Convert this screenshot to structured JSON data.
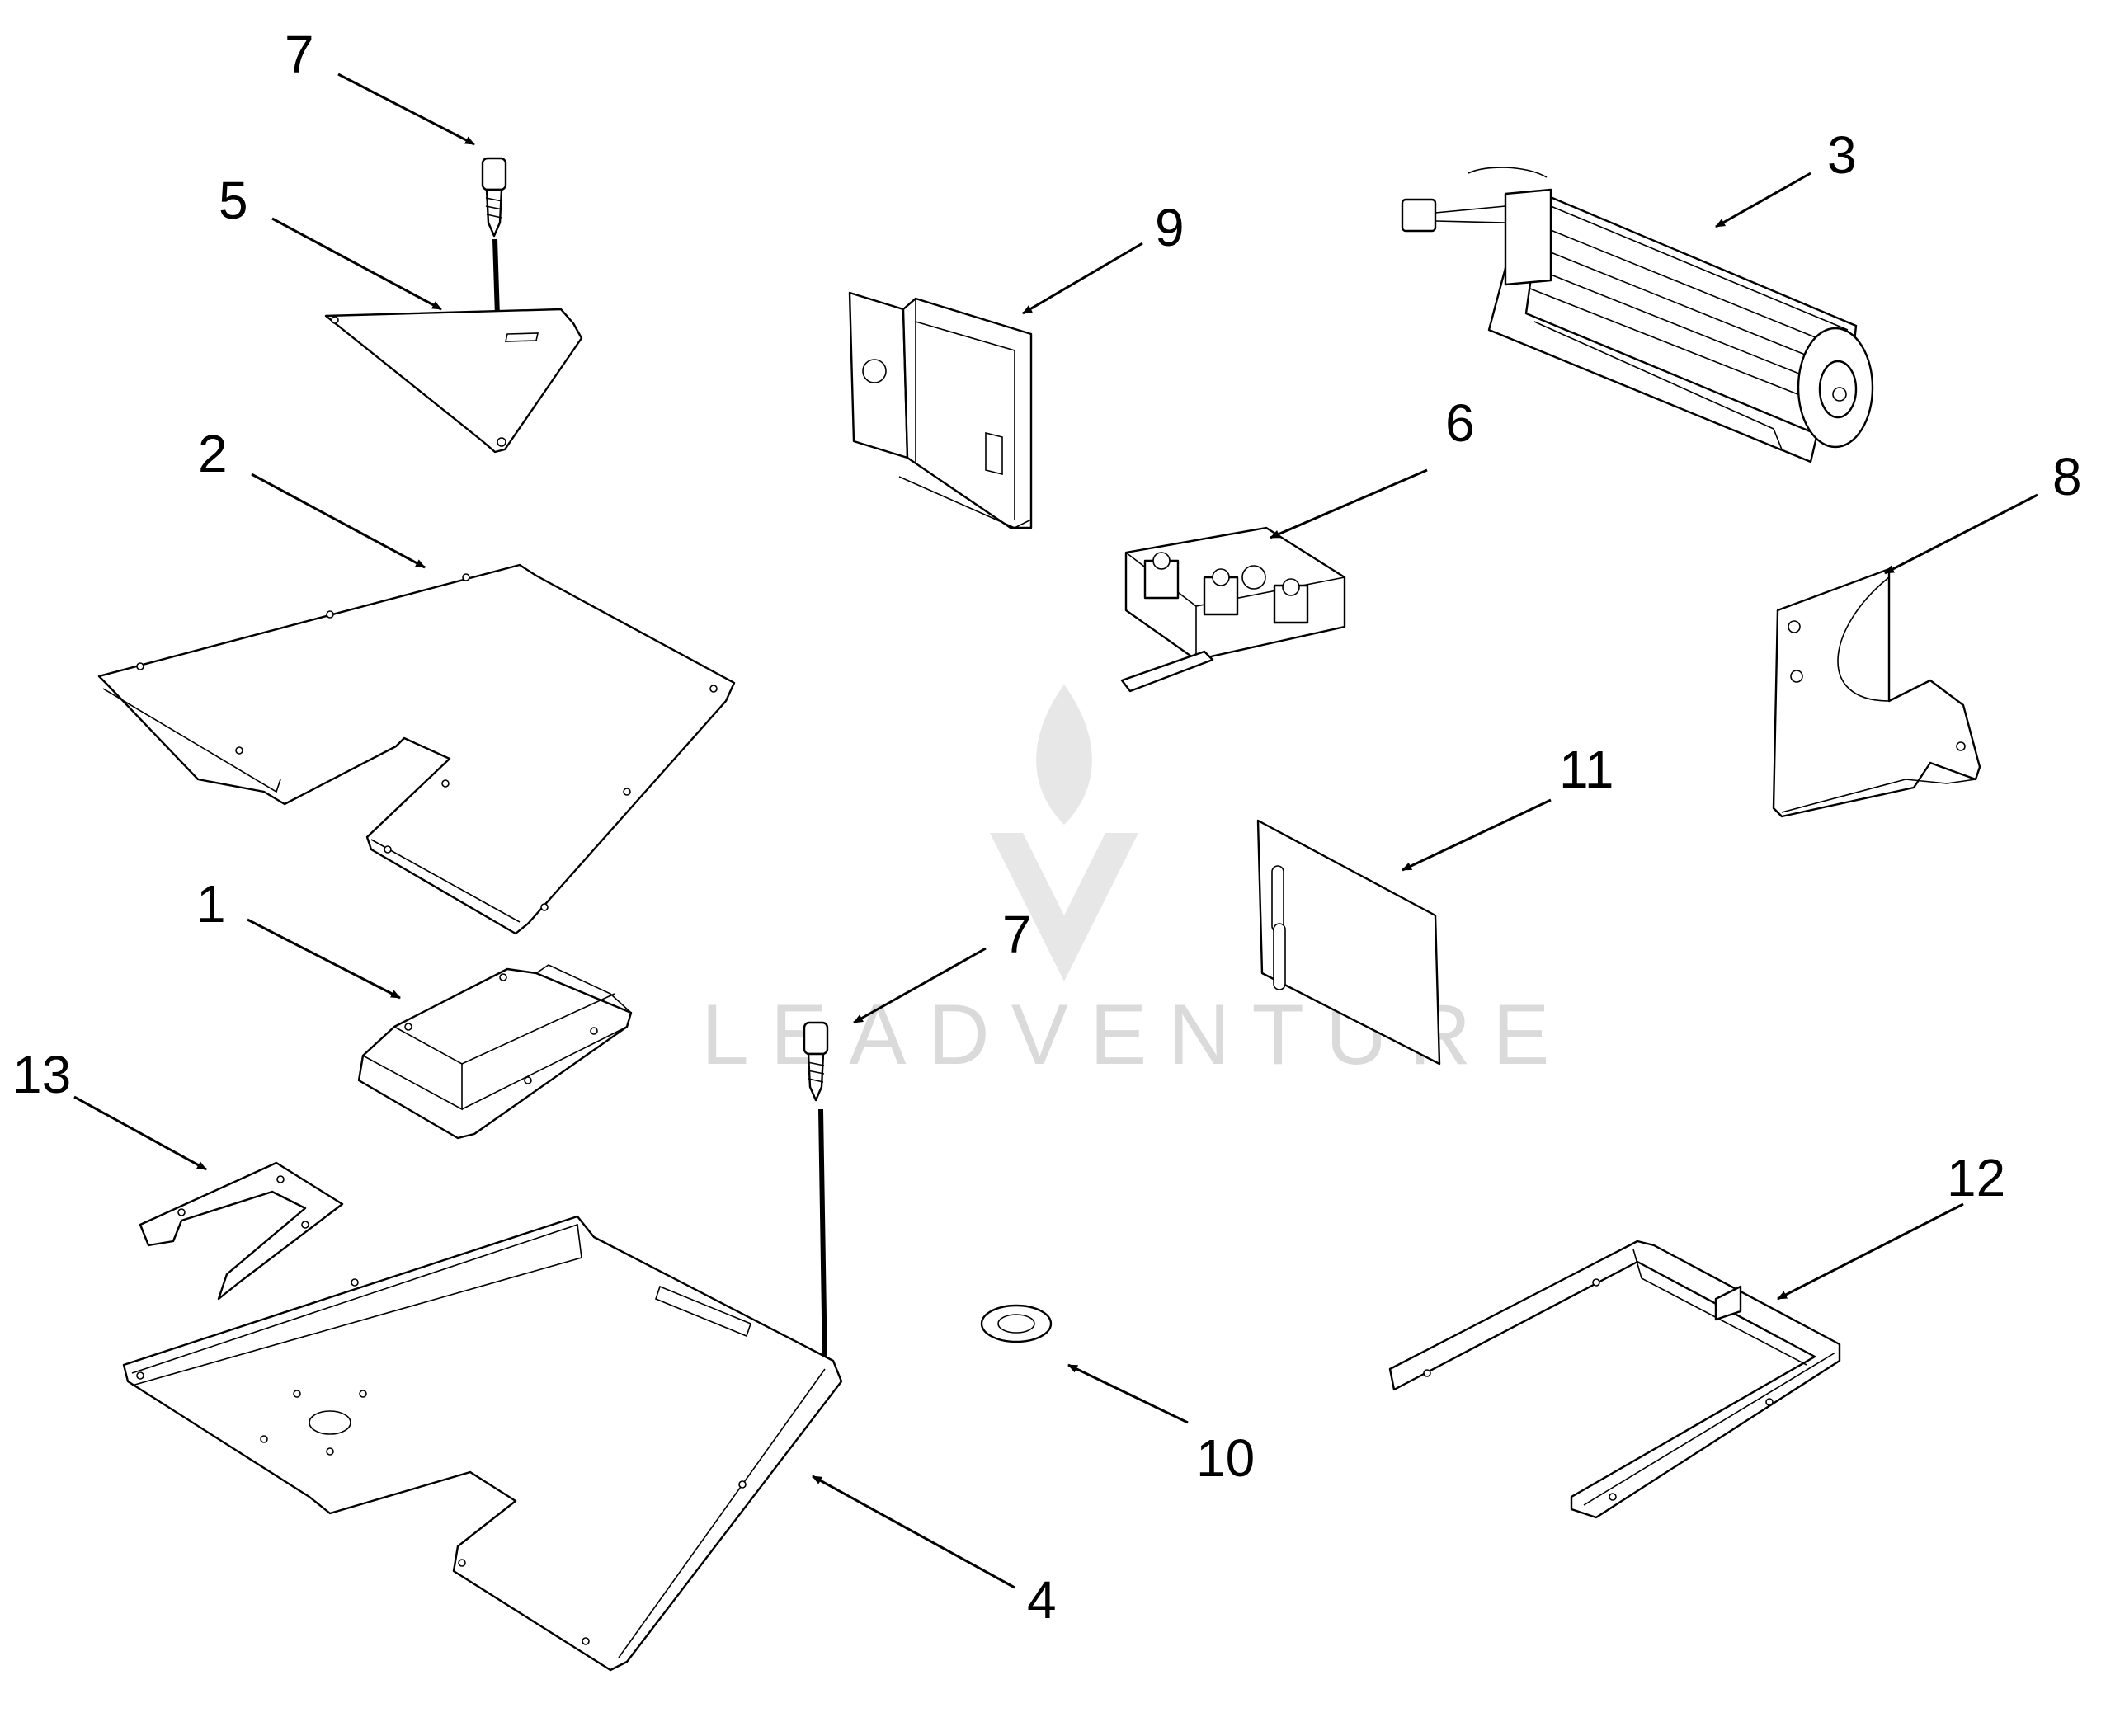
{
  "watermark": {
    "text": "LEADVENTURE"
  },
  "callouts": {
    "c7a": "7",
    "c5": "5",
    "c2": "2",
    "c1": "1",
    "c13": "13",
    "c9": "9",
    "c3": "3",
    "c6": "6",
    "c8": "8",
    "c11": "11",
    "c7b": "7",
    "c12": "12",
    "c10": "10",
    "c4": "4"
  }
}
